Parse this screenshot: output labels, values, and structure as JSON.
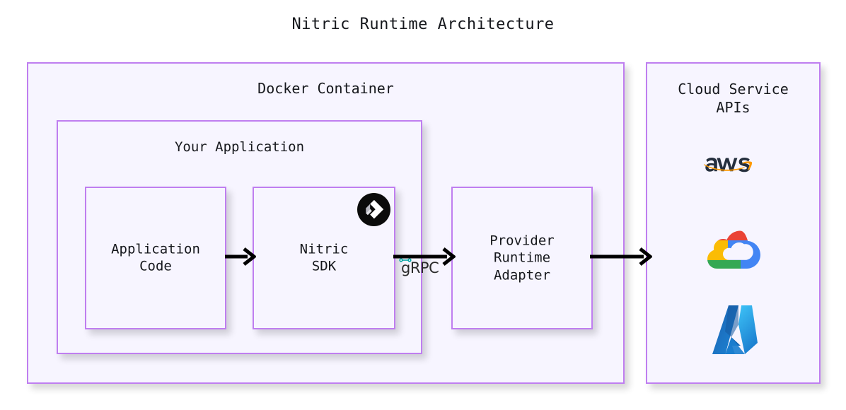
{
  "title": "Nitric Runtime Architecture",
  "colors": {
    "box_border": "#bf7ef0",
    "box_fill": "#f7f5ff",
    "page_background": "#ffffff",
    "text": "#16181d",
    "arrow": "#000000",
    "grpc_mark": "#00a3a3",
    "aws_text": "#252f3e",
    "aws_smile": "#ff9900",
    "gcp_red": "#ea4335",
    "gcp_blue": "#4285f4",
    "gcp_yellow": "#fbbc05",
    "gcp_green": "#34a853",
    "azure_dark": "#0f6cbd",
    "azure_light": "#32b2f4",
    "nitric_badge": "#0b0b0b"
  },
  "containers": {
    "docker": {
      "label": "Docker Container"
    },
    "your_application": {
      "label": "Your Application"
    },
    "cloud_service_apis": {
      "label": "Cloud Service\nAPIs"
    }
  },
  "nodes": [
    {
      "id": "application-code",
      "label": "Application\nCode"
    },
    {
      "id": "nitric-sdk",
      "label": "Nitric\nSDK"
    },
    {
      "id": "provider-runtime-adapter",
      "label": "Provider\nRuntime\nAdapter"
    }
  ],
  "edges": [
    {
      "id": "code-to-sdk",
      "from": "application-code",
      "to": "nitric-sdk",
      "label": ""
    },
    {
      "id": "sdk-to-adapter",
      "from": "nitric-sdk",
      "to": "provider-runtime-adapter",
      "label": "gRPC"
    },
    {
      "id": "adapter-to-cloud",
      "from": "provider-runtime-adapter",
      "to": "cloud-service-apis",
      "label": ""
    }
  ],
  "badges": [
    {
      "id": "nitric-logo",
      "name": "nitric-logo-icon",
      "on": "nitric-sdk"
    }
  ],
  "cloud_logos": [
    {
      "id": "aws",
      "name": "aws-logo-icon",
      "label": "aws"
    },
    {
      "id": "gcp",
      "name": "google-cloud-logo-icon",
      "label": "Google Cloud"
    },
    {
      "id": "azure",
      "name": "azure-logo-icon",
      "label": "Azure"
    }
  ]
}
